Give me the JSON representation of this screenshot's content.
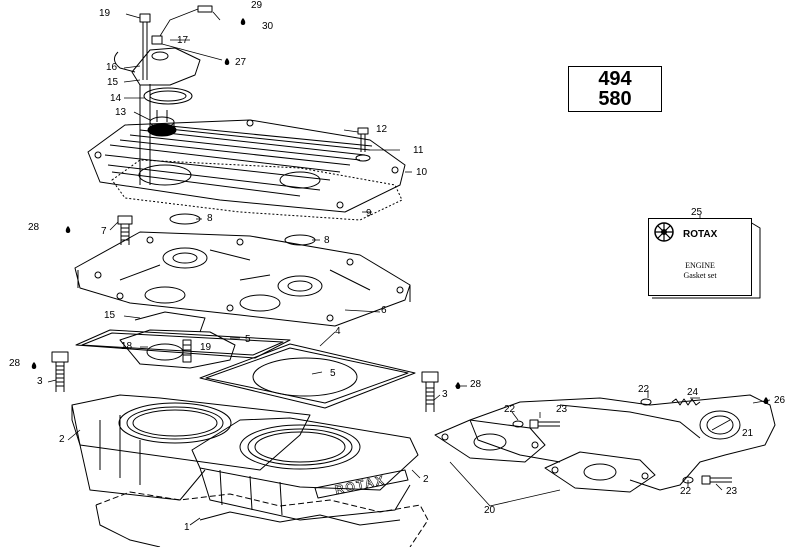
{
  "model_box": {
    "line1": "494",
    "line2": "580"
  },
  "gasket_kit": {
    "brand": "ROTAX",
    "line1": "ENGINE",
    "line2": "Gasket set"
  },
  "engraving": "ROTAX",
  "labels": {
    "n1": "1",
    "n2a": "2",
    "n2b": "2",
    "n3a": "3",
    "n3b": "3",
    "n4": "4",
    "n5a": "5",
    "n5b": "5",
    "n6": "6",
    "n7": "7",
    "n8a": "8",
    "n8b": "8",
    "n9": "9",
    "n10": "10",
    "n11": "11",
    "n12": "12",
    "n13": "13",
    "n14": "14",
    "n15a": "15",
    "n15b": "15",
    "n16": "16",
    "n17": "17",
    "n18": "18",
    "n19a": "19",
    "n19b": "19",
    "n20": "20",
    "n21": "21",
    "n22a": "22",
    "n22b": "22",
    "n22c": "22",
    "n23a": "23",
    "n23b": "23",
    "n24": "24",
    "n25": "25",
    "n26": "26",
    "n27": "27",
    "n28a": "28",
    "n28b": "28",
    "n28c": "28",
    "n29": "29",
    "n30": "30"
  }
}
